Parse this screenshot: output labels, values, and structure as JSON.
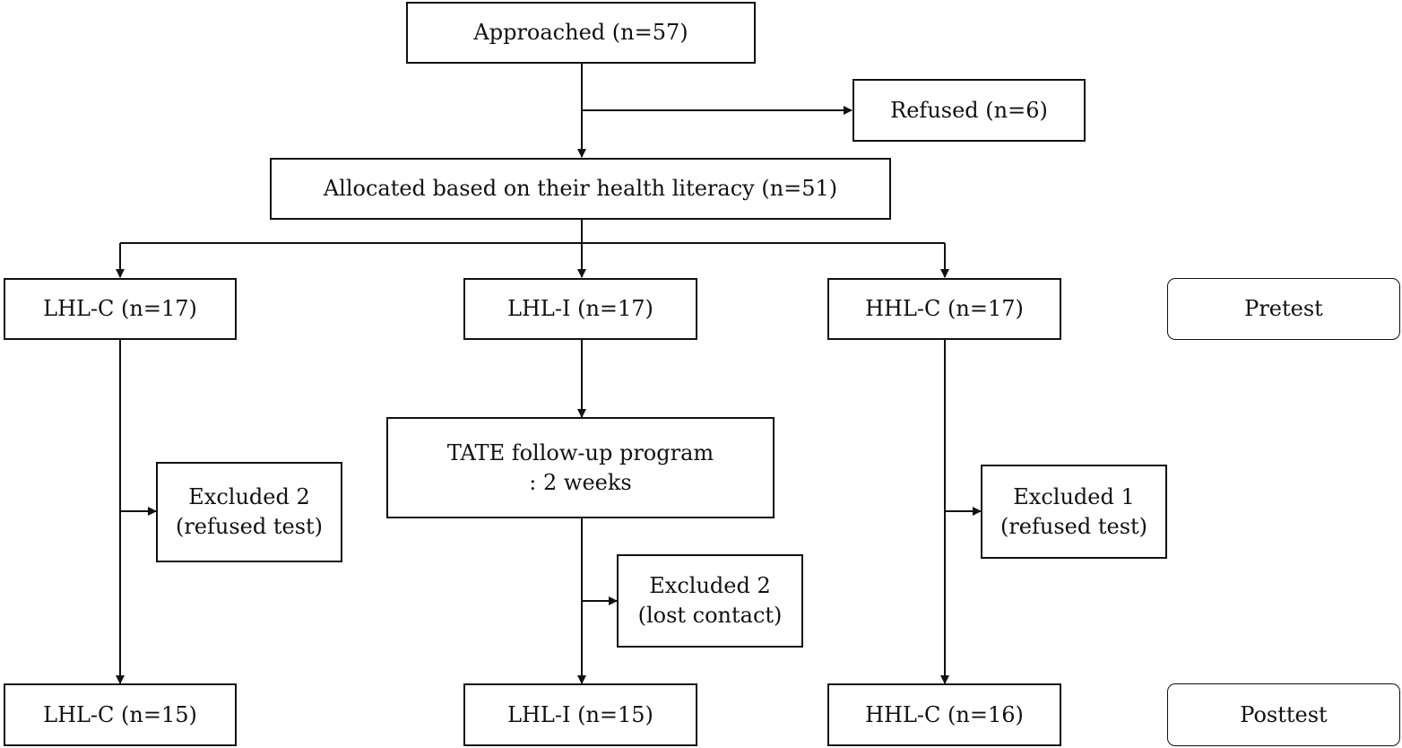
{
  "boxes": {
    "approached": {
      "lines": [
        "Approached (n=57)"
      ]
    },
    "refused": {
      "lines": [
        "Refused (n=6)"
      ]
    },
    "allocated": {
      "lines": [
        "Allocated based on their health literacy (n=51)"
      ]
    },
    "lhlc_pre": {
      "lines": [
        "LHL-C (n=17)"
      ]
    },
    "lhli_pre": {
      "lines": [
        "LHL-I (n=17)"
      ]
    },
    "hhlc_pre": {
      "lines": [
        "HHL-C (n=17)"
      ]
    },
    "pretest": {
      "lines": [
        "Pretest"
      ]
    },
    "tate": {
      "lines": [
        "TATE follow-up program",
        ": 2 weeks"
      ]
    },
    "excluded_lhlc": {
      "lines": [
        "Excluded 2",
        "(refused test)"
      ]
    },
    "excluded_hhlc": {
      "lines": [
        "Excluded 1",
        "(refused test)"
      ]
    },
    "excluded_lhli": {
      "lines": [
        "Excluded 2",
        "(lost contact)"
      ]
    },
    "lhlc_post": {
      "lines": [
        "LHL-C (n=15)"
      ]
    },
    "lhli_post": {
      "lines": [
        "LHL-I (n=15)"
      ]
    },
    "hhlc_post": {
      "lines": [
        "HHL-C (n=16)"
      ]
    },
    "posttest": {
      "lines": [
        "Posttest"
      ]
    }
  }
}
